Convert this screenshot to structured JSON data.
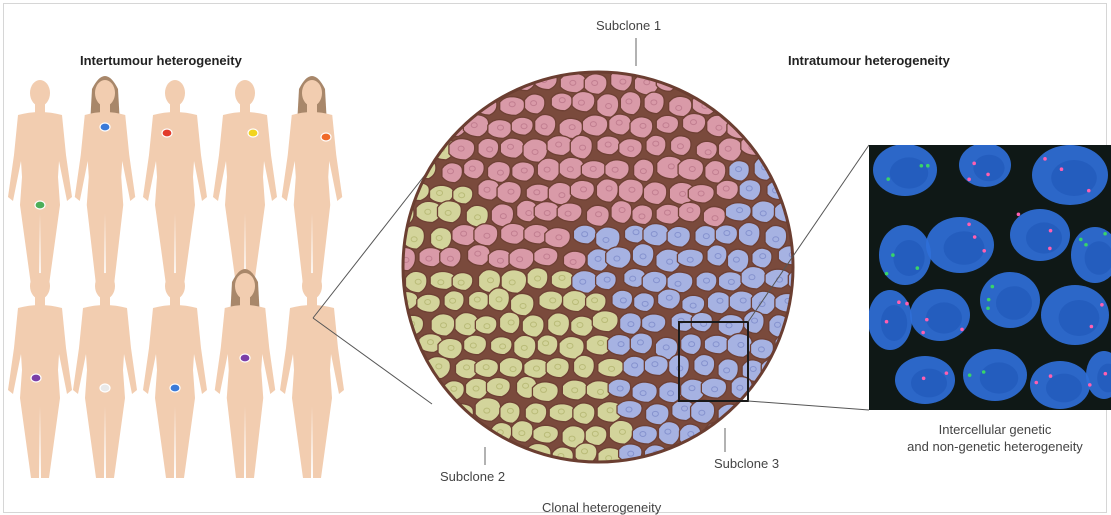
{
  "headings": {
    "intertumour": "Intertumour heterogeneity",
    "intratumour": "Intratumour heterogeneity"
  },
  "subclones": {
    "one": "Subclone 1",
    "two": "Subclone 2",
    "three": "Subclone 3"
  },
  "footer_label": "Clonal heterogeneity",
  "inset_caption": {
    "line1": "Intercellular genetic",
    "line2": "and non-genetic heterogeneity"
  },
  "colors": {
    "skin": "#f2cdb0",
    "hair": "#a8876a",
    "subclone1": "#d99aa8",
    "subclone2": "#d3d49b",
    "subclone3": "#a6b2e2",
    "membrane": "#7a4a3c",
    "micrograph_bg": "#111a1a",
    "nucleus": "#2d6fd6"
  },
  "figures": [
    {
      "sex": "male",
      "lesion_color": "#4cae5a"
    },
    {
      "sex": "female",
      "lesion_color": "#3b7ad8"
    },
    {
      "sex": "male",
      "lesion_color": "#e23b2b"
    },
    {
      "sex": "male",
      "lesion_color": "#f2d41e"
    },
    {
      "sex": "female",
      "lesion_color": "#f06a2a"
    },
    {
      "sex": "male",
      "lesion_color": "#7b3fa8"
    },
    {
      "sex": "male",
      "lesion_color": "#e9e9e9"
    },
    {
      "sex": "male",
      "lesion_color": "#3b7ad8"
    },
    {
      "sex": "female",
      "lesion_color": "#7b3fa8"
    },
    {
      "sex": "male",
      "lesion_color": ""
    }
  ]
}
